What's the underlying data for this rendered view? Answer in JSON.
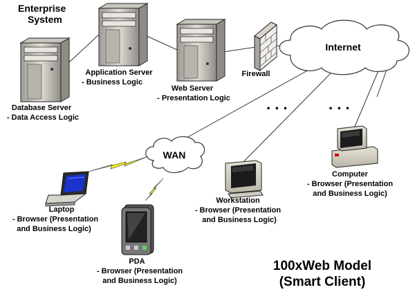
{
  "enterprise": {
    "line1": "Enterprise",
    "line2": "System"
  },
  "nodes": {
    "database_server": {
      "title": "Database Server",
      "desc": "- Data Access Logic"
    },
    "application_server": {
      "title": "Application Server",
      "desc": "- Business Logic"
    },
    "web_server": {
      "title": "Web Server",
      "desc": "- Presentation Logic"
    },
    "firewall": {
      "title": "Firewall"
    },
    "internet": {
      "title": "Internet"
    },
    "wan": {
      "title": "WAN"
    },
    "laptop": {
      "title": "Laptop",
      "desc1": "- Browser (Presentation",
      "desc2": "and Business Logic)"
    },
    "pda": {
      "title": "PDA",
      "desc1": "- Browser (Presentation",
      "desc2": "and Business Logic)"
    },
    "workstation": {
      "title": "Workstation",
      "desc1": "- Browser (Presentation",
      "desc2": "and Business Logic)"
    },
    "computer": {
      "title": "Computer",
      "desc1": "- Browser (Presentation",
      "desc2": "and Business Logic)"
    }
  },
  "ellipsis": {
    "left": ". . .",
    "right": ". . ."
  },
  "model": {
    "line1": "100xWeb Model",
    "line2": "(Smart Client)"
  },
  "colors": {
    "server_body": "#d4d0c8",
    "screen_blue": "#1a33cc",
    "lightning": "#ffff00",
    "cloud_fill": "#ffffff"
  }
}
